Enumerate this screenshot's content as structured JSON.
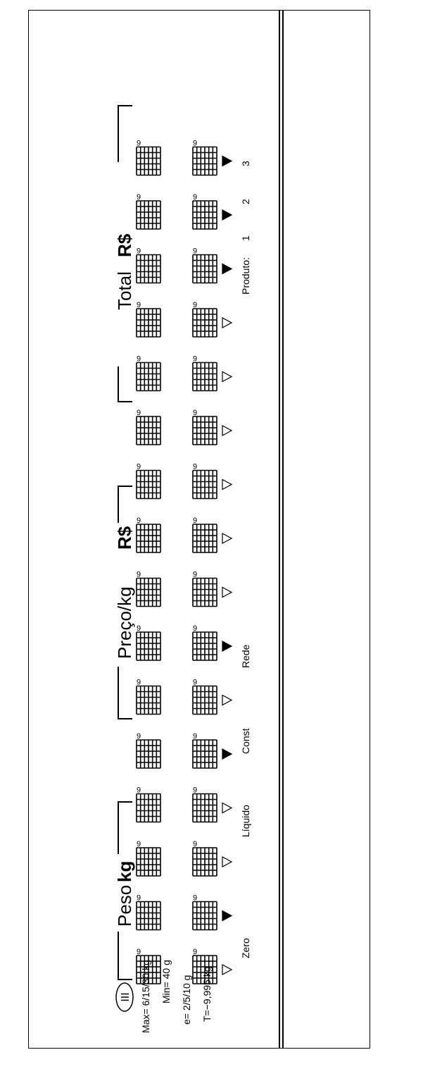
{
  "colors": {
    "ink": "#000000",
    "paper": "#ffffff"
  },
  "seal": {
    "text": "III"
  },
  "specs": {
    "max": "Max= 6/15/30  kg",
    "min": "Min= 40  g",
    "e": "e= 2/5/10  g",
    "tare": "T=−9,995  kg"
  },
  "fields": {
    "peso": {
      "label": "Peso",
      "unit": "kg"
    },
    "preco": {
      "label": "Preço/kg",
      "unit": "R$"
    },
    "total": {
      "label": "Total",
      "unit": "R$"
    }
  },
  "indicators": {
    "zero": "Zero",
    "liquido": "Líquido",
    "const": "Const",
    "rede": "Rede",
    "produto": "Produto:",
    "p1": "1",
    "p2": "2",
    "p3": "3"
  },
  "digit_suffix": "9",
  "display": {
    "digits_per_row": 16,
    "rows": 2,
    "filled_arrows_row2": [
      2,
      5,
      7,
      14,
      15,
      16
    ]
  }
}
